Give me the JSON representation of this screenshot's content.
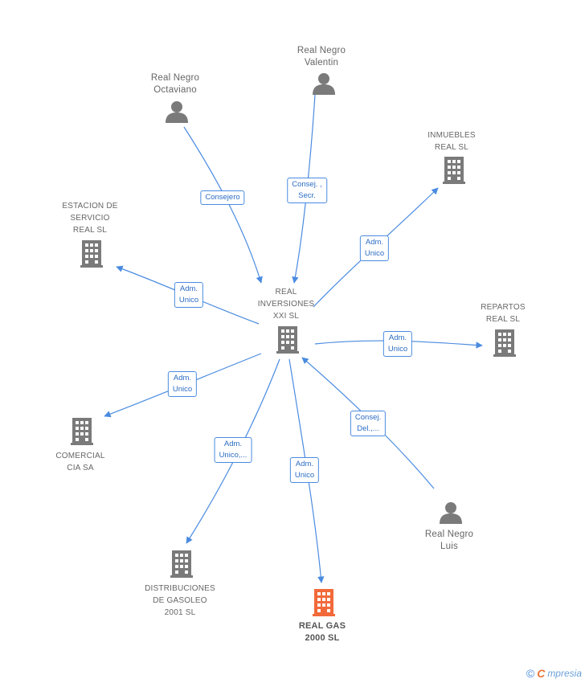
{
  "colors": {
    "edge": "#4a8be0",
    "node": "#7a7a7a",
    "focus": "#f26a3a"
  },
  "nodes": [
    {
      "id": "real_negro_valentin",
      "kind": "person",
      "lines": [
        "Real Negro",
        "Valentin"
      ]
    },
    {
      "id": "real_negro_octaviano",
      "kind": "person",
      "lines": [
        "Real Negro",
        "Octaviano"
      ]
    },
    {
      "id": "inmuebles_real",
      "kind": "company",
      "lines": [
        "INMUEBLES",
        "REAL  SL"
      ]
    },
    {
      "id": "estacion_servicio",
      "kind": "company",
      "lines": [
        "ESTACION DE",
        "SERVICIO",
        "REAL  SL"
      ]
    },
    {
      "id": "real_inversiones",
      "kind": "company",
      "lines": [
        "REAL",
        "INVERSIONES",
        "XXI  SL"
      ]
    },
    {
      "id": "repartos_real",
      "kind": "company",
      "lines": [
        "REPARTOS",
        "REAL  SL"
      ]
    },
    {
      "id": "comercial_cia",
      "kind": "company",
      "lines": [
        "COMERCIAL",
        "CIA SA"
      ]
    },
    {
      "id": "real_negro_luis",
      "kind": "person",
      "lines": [
        "Real Negro",
        "Luis"
      ]
    },
    {
      "id": "distribuciones_gasoleo",
      "kind": "company",
      "lines": [
        "DISTRIBUCIONES",
        "DE GASOLEO",
        "2001  SL"
      ]
    },
    {
      "id": "real_gas",
      "kind": "focus",
      "lines": [
        "REAL GAS",
        "2000 SL"
      ]
    }
  ],
  "edges": [
    {
      "from": "real_negro_octaviano",
      "to": "real_inversiones",
      "label": [
        "Consejero"
      ]
    },
    {
      "from": "real_negro_valentin",
      "to": "real_inversiones",
      "label": [
        "Consej. ,",
        "Secr."
      ]
    },
    {
      "from": "real_inversiones",
      "to": "inmuebles_real",
      "label": [
        "Adm.",
        "Unico"
      ]
    },
    {
      "from": "real_inversiones",
      "to": "estacion_servicio",
      "label": [
        "Adm.",
        "Unico"
      ]
    },
    {
      "from": "real_inversiones",
      "to": "repartos_real",
      "label": [
        "Adm.",
        "Unico"
      ]
    },
    {
      "from": "real_inversiones",
      "to": "comercial_cia",
      "label": [
        "Adm.",
        "Unico"
      ]
    },
    {
      "from": "real_negro_luis",
      "to": "real_inversiones",
      "label": [
        "Consej.",
        "Del.,..."
      ]
    },
    {
      "from": "real_inversiones",
      "to": "distribuciones_gasoleo",
      "label": [
        "Adm.",
        "Unico,..."
      ]
    },
    {
      "from": "real_inversiones",
      "to": "real_gas",
      "label": [
        "Adm.",
        "Unico"
      ]
    }
  ],
  "watermark": {
    "copyright": "©",
    "brand_initial": "C",
    "brand_rest": "mpresia"
  }
}
